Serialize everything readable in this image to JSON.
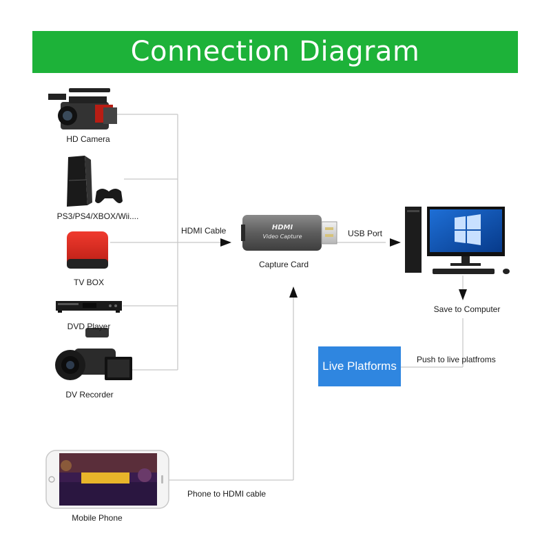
{
  "title": "Connection Diagram",
  "colors": {
    "banner": "#1db239",
    "live_box": "#2f86e0",
    "line": "#c8c8c8",
    "arrow": "#111111"
  },
  "sources": [
    {
      "label": "HD Camera",
      "icon": "camera-icon"
    },
    {
      "label": "PS3/PS4/XBOX/Wii....",
      "icon": "game-console-icon"
    },
    {
      "label": "TV BOX",
      "icon": "tv-box-icon"
    },
    {
      "label": "DVD Player",
      "icon": "dvd-player-icon"
    },
    {
      "label": "DV Recorder",
      "icon": "camcorder-icon"
    }
  ],
  "mobile": {
    "label": "Mobile Phone",
    "icon": "mobile-phone-icon"
  },
  "connections": {
    "hdmi_cable": "HDMI Cable",
    "usb_port": "USB Port",
    "phone_cable": "Phone to HDMI cable",
    "save": "Save to Computer",
    "push": "Push to live platfroms"
  },
  "capture_card": {
    "label": "Capture Card",
    "brand": "HDMI",
    "text": "Video Capture",
    "icon": "capture-card-icon"
  },
  "computer": {
    "icon": "computer-icon"
  },
  "live_platforms": "Live Platforms"
}
